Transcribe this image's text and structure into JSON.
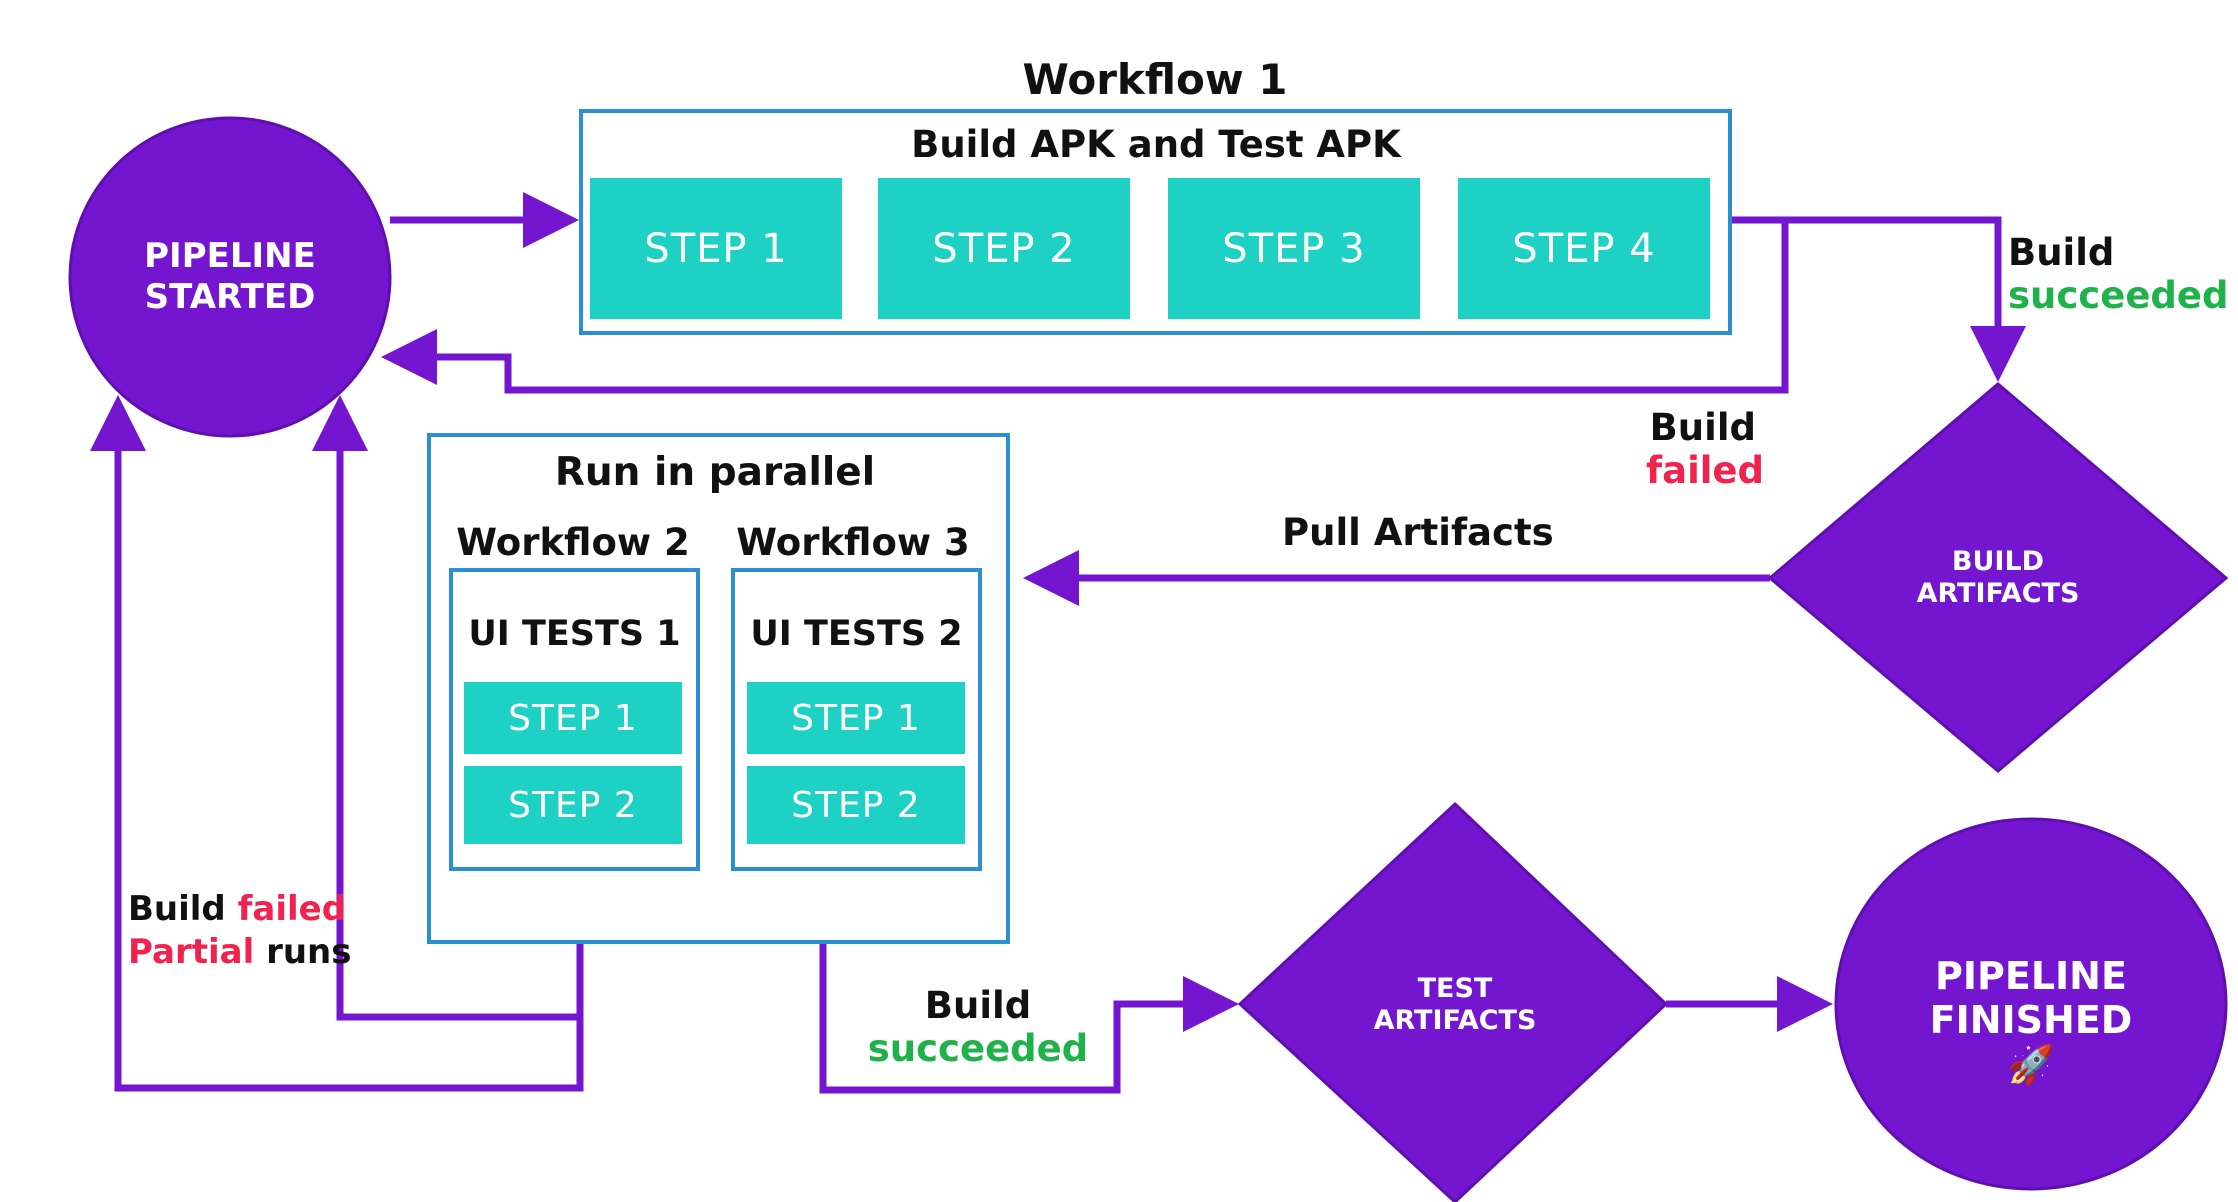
{
  "colors": {
    "purple": "#7415cf",
    "teal": "#1ed1c5",
    "box_border": "#2b8fd1",
    "success": "#1fb14a",
    "failure": "#f0234f"
  },
  "workflow1": {
    "title": "Workflow 1",
    "box_title": "Build APK and Test APK",
    "steps": [
      "STEP 1",
      "STEP 2",
      "STEP 3",
      "STEP 4"
    ]
  },
  "pipeline_started": {
    "line1": "PIPELINE",
    "line2": "STARTED"
  },
  "build_succeeded_top": {
    "word1": "Build",
    "word2": "succeeded"
  },
  "build_failed_top": {
    "word1": "Build",
    "word2": "failed"
  },
  "build_artifacts": {
    "line1": "BUILD",
    "line2": "ARTIFACTS"
  },
  "pull_artifacts": "Pull Artifacts",
  "parallel": {
    "title": "Run in parallel",
    "workflow2": {
      "title": "Workflow 2",
      "suite": "UI TESTS 1",
      "steps": [
        "STEP 1",
        "STEP 2"
      ]
    },
    "workflow3": {
      "title": "Workflow 3",
      "suite": "UI TESTS 2",
      "steps": [
        "STEP 1",
        "STEP 2"
      ]
    }
  },
  "build_failed_partial": {
    "build": "Build",
    "failed": "failed",
    "partial": "Partial",
    "runs": "runs"
  },
  "build_succeeded_bottom": {
    "word1": "Build",
    "word2": "succeeded"
  },
  "test_artifacts": {
    "line1": "TEST",
    "line2": "ARTIFACTS"
  },
  "pipeline_finished": {
    "line1": "PIPELINE",
    "line2": "FINISHED",
    "emoji": "🚀",
    "emoji_name": "rocket-icon"
  }
}
